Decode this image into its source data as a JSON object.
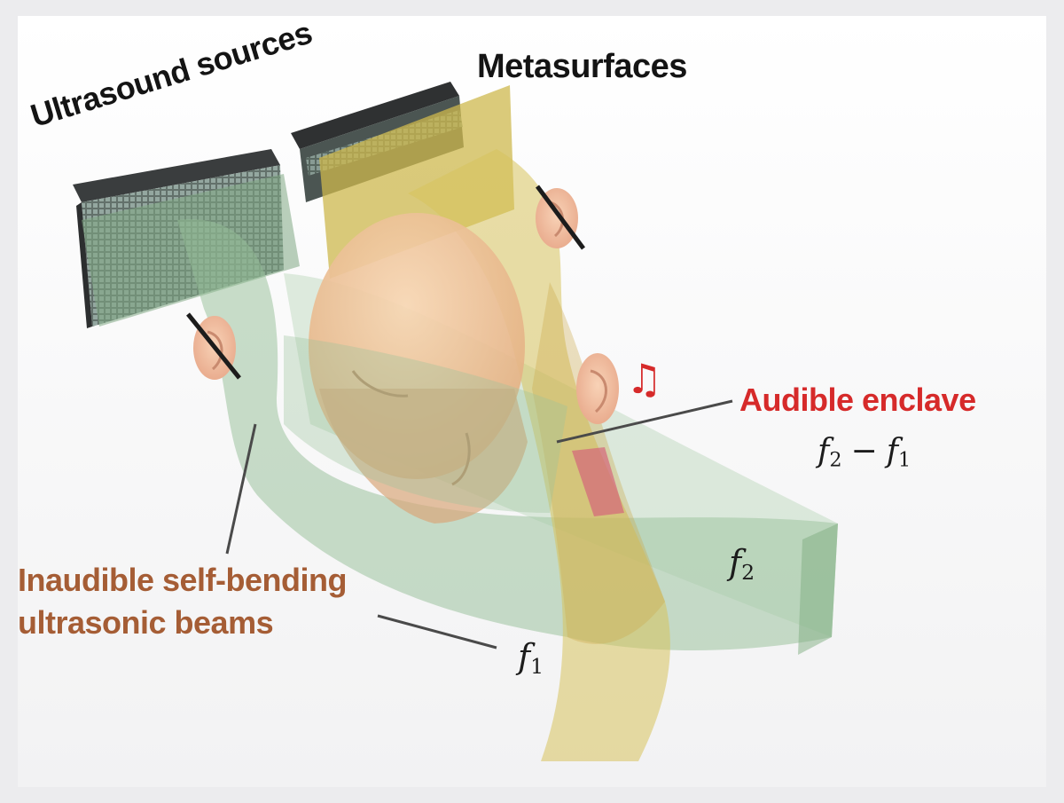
{
  "labels": {
    "ultrasound_sources": "Ultrasound sources",
    "metasurfaces": "Metasurfaces",
    "audible_enclave": "Audible enclave",
    "inaudible_line1": "Inaudible self-bending",
    "inaudible_line2": "ultrasonic beams"
  },
  "math": {
    "f2_minus_f1": {
      "a": "f",
      "a_sub": "2",
      "op": "−",
      "b": "f",
      "b_sub": "1"
    },
    "f2": {
      "symbol": "f",
      "sub": "2"
    },
    "f1": {
      "symbol": "f",
      "sub": "1"
    }
  },
  "icons": {
    "music_note": "♫"
  },
  "colors": {
    "label_dark": "#141414",
    "audible_red": "#d62a2a",
    "inaudible_brown": "#a55d35",
    "beam_green": "#8fba8f",
    "beam_yellow": "#d6c25a",
    "skin": "#f1c79e",
    "enclave_red": "#d46a78"
  }
}
